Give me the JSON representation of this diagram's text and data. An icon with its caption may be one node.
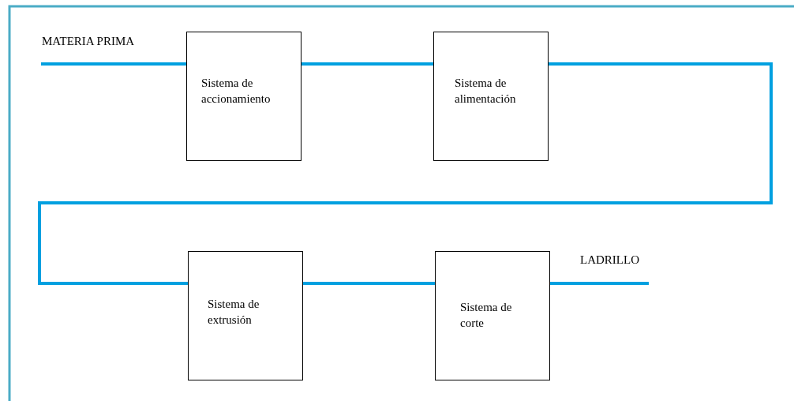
{
  "diagram": {
    "nodes": [
      {
        "text": [
          "Sistema de accionamiento"
        ]
      },
      {
        "text": [
          "Sistema de alimentación"
        ]
      },
      {
        "text": [
          "Sistema de extrusión"
        ]
      },
      {
        "text": [
          "Sistema de corte"
        ]
      }
    ],
    "edges": [
      {
        "from": null,
        "to": 0,
        "arrow": "none"
      },
      {
        "from": 0,
        "to": 1,
        "arrow": "none"
      },
      {
        "from": 1,
        "to": 2,
        "arrow": "none"
      },
      {
        "from": 2,
        "to": 3,
        "arrow": "none"
      },
      {
        "from": 3,
        "to": null,
        "arrow": "none"
      }
    ],
    "labels": [
      "MATERIA PRIMA",
      "LADRILLO"
    ]
  }
}
